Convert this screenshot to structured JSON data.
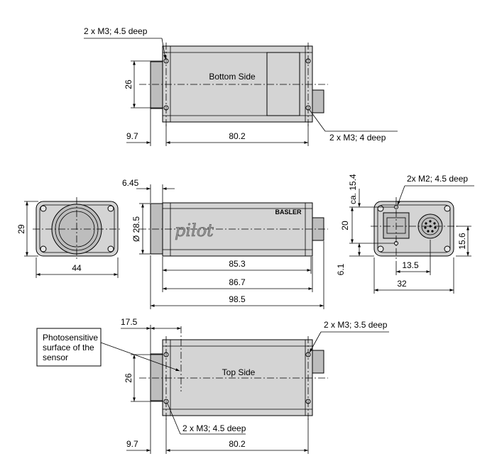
{
  "bottom_view": {
    "title": "Bottom Side",
    "callout_top": "2 x M3; 4.5 deep",
    "callout_bottom": "2 x M3; 4 deep",
    "dim_height": "26",
    "dim_left": "9.7",
    "dim_length": "80.2"
  },
  "front_view": {
    "dim_height": "29",
    "dim_width": "44"
  },
  "side_view": {
    "brand_text": "pilot",
    "logo_text": "BASLER",
    "dim_flange": "6.45",
    "dim_diameter": "Ø 28.5",
    "dim_85": "85.3",
    "dim_86": "86.7",
    "dim_98": "98.5"
  },
  "rear_view": {
    "callout": "2x M2; 4.5 deep",
    "dim_ca": "ca. 15.4",
    "dim_20": "20",
    "dim_61": "6.1",
    "dim_156": "15.6",
    "dim_135": "13.5",
    "dim_32": "32"
  },
  "top_view": {
    "title": "Top Side",
    "note": [
      "Photosensitive",
      "surface of the",
      "sensor"
    ],
    "callout_top": "2 x M3; 3.5 deep",
    "callout_bottom": "2 x M3; 4.5 deep",
    "dim_sensor": "17.5",
    "dim_height": "26",
    "dim_left": "9.7",
    "dim_length": "80.2"
  }
}
